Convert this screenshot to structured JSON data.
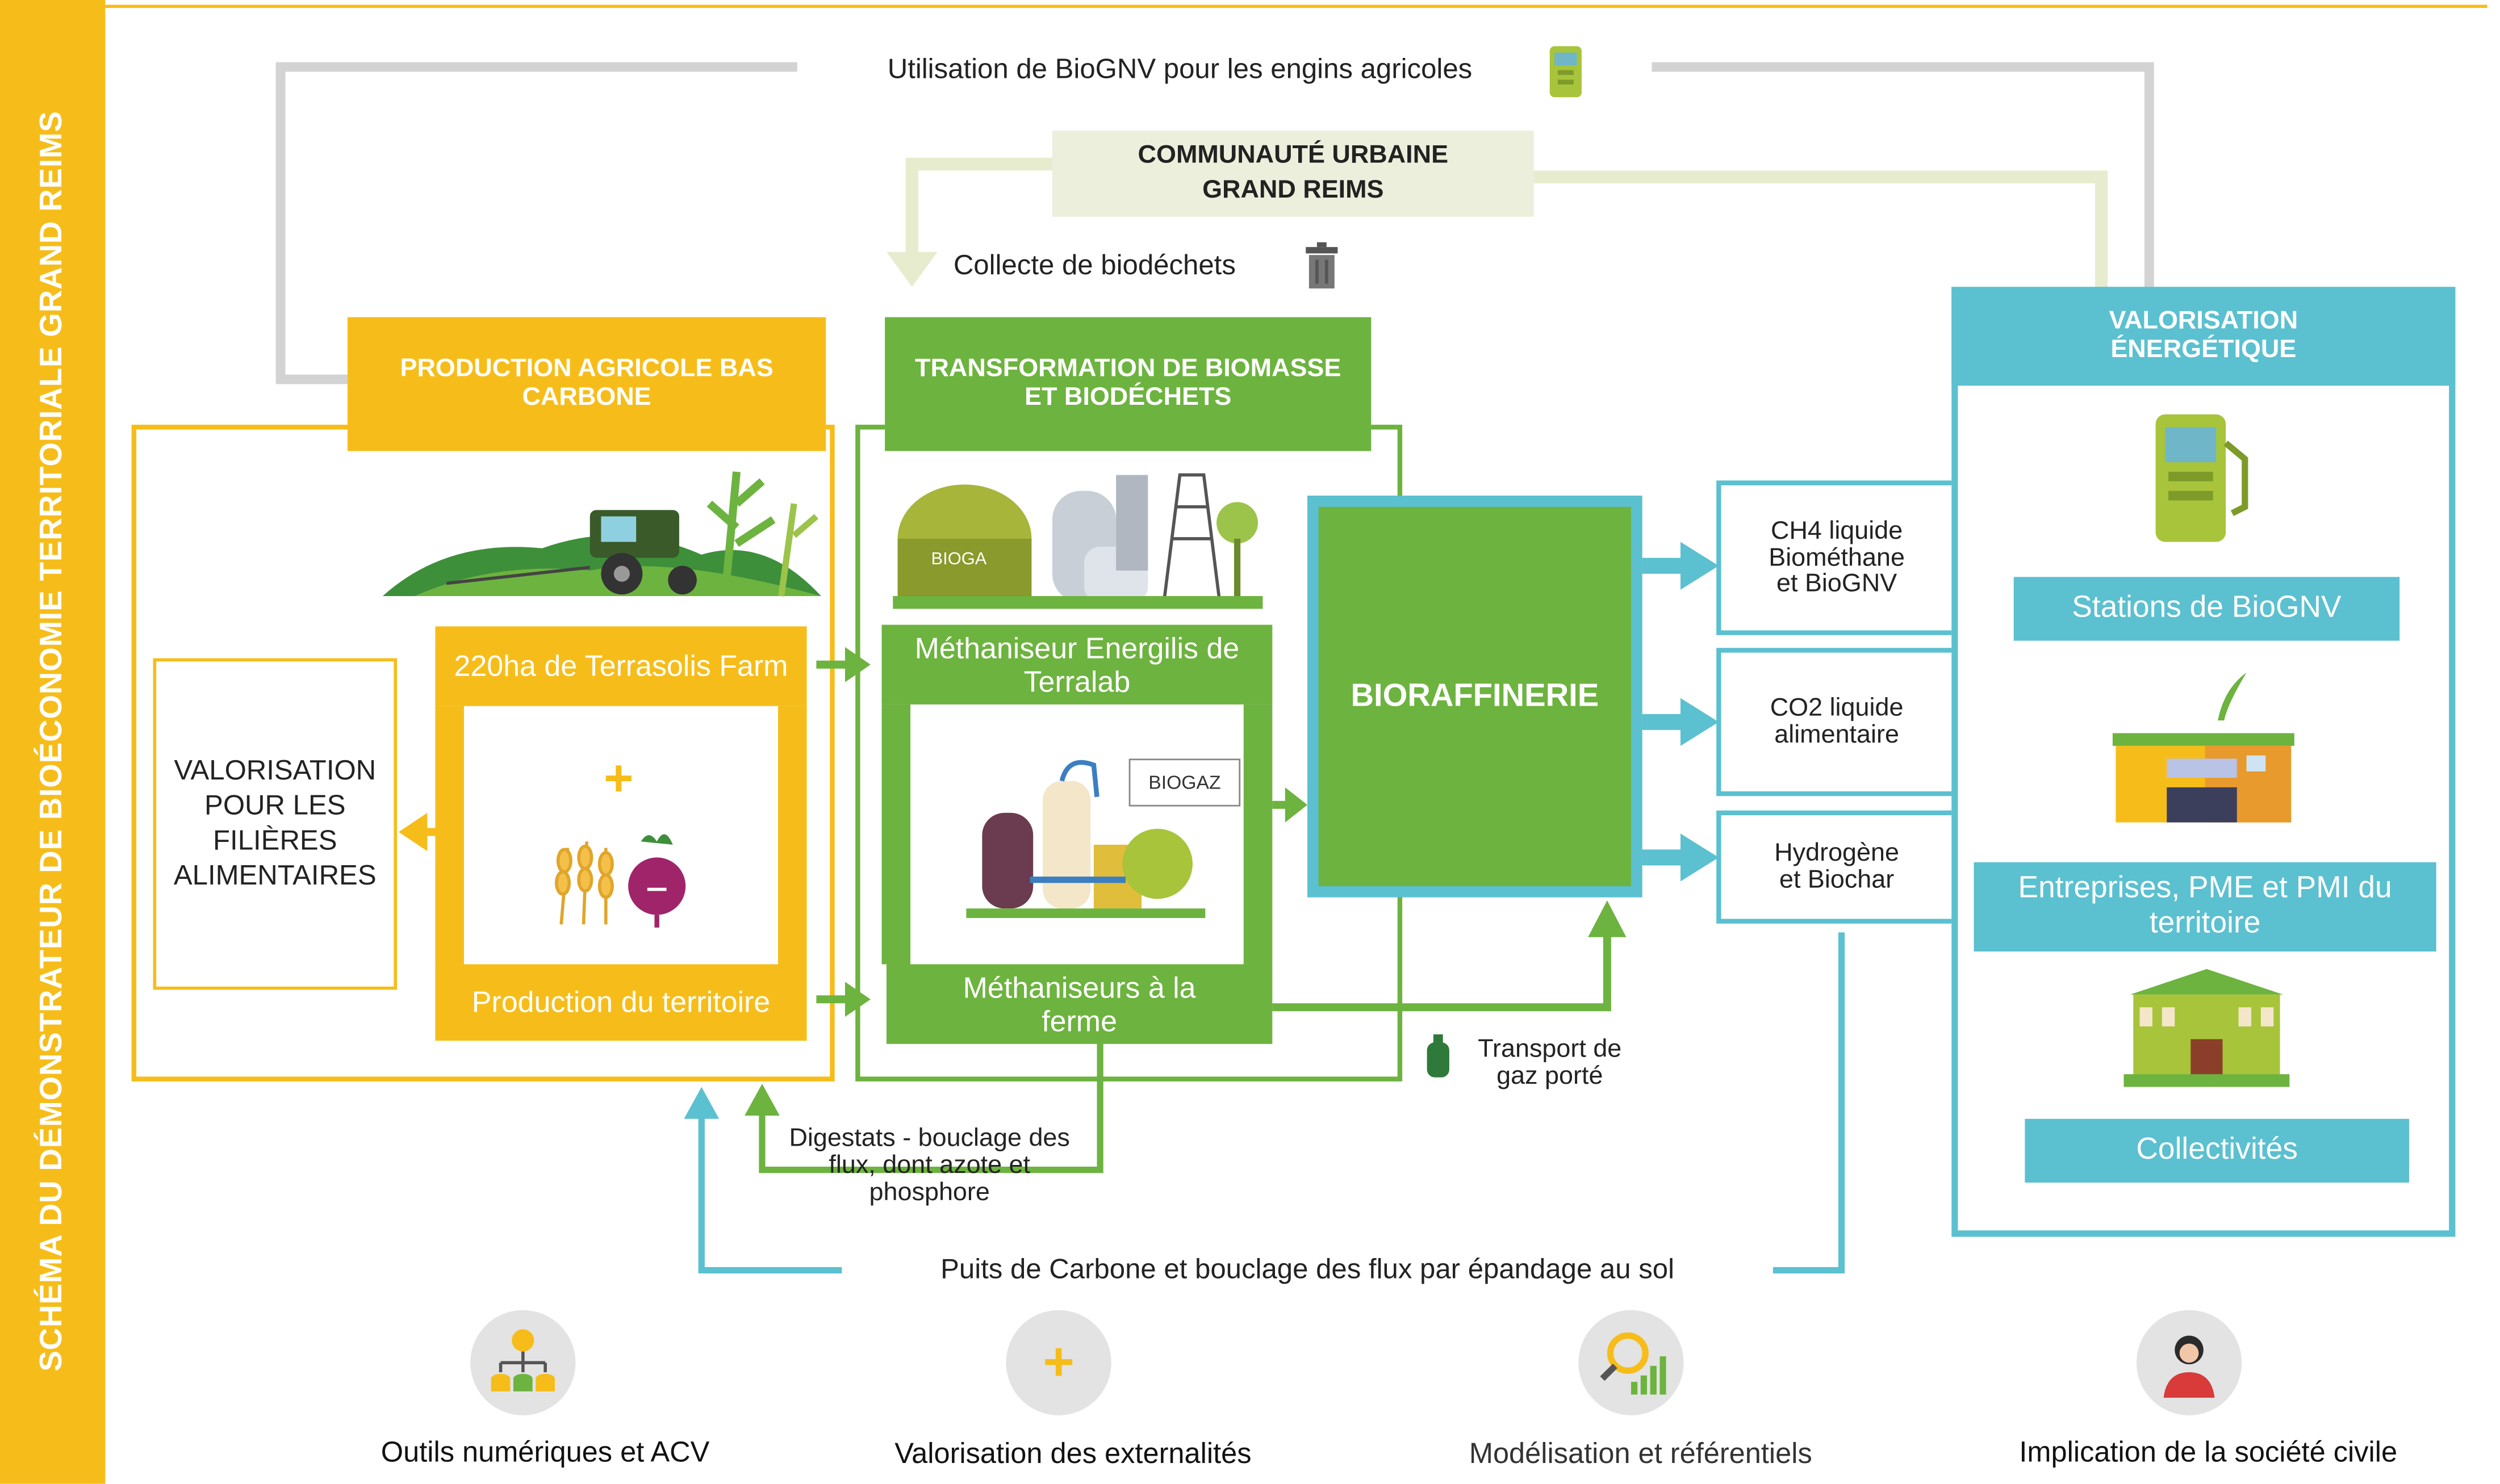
{
  "side_title": "SCHÉMA DU DÉMONSTRATEUR DE BIOÉCONOMIE TERRITORIALE GRAND REIMS",
  "top_flow": "Utilisation de BioGNV pour les engins agricoles",
  "communaute": {
    "line1": "COMMUNAUTÉ URBAINE",
    "line2": "GRAND REIMS"
  },
  "collecte": "Collecte de biodéchets",
  "production": {
    "header": "PRODUCTION AGRICOLE BAS CARBONE",
    "farm": "220ha de Terrasolis Farm",
    "plus": "+",
    "territoire": "Production du territoire"
  },
  "valorisation_alim": "VALORISATION POUR LES FILIÈRES ALIMENTAIRES",
  "transformation": {
    "header": "TRANSFORMATION DE BIOMASSE ET BIODÉCHETS",
    "bioga": "BIOGA",
    "methaniseur": "Méthaniseur Energilis de Terralab",
    "biogaz": "BIOGAZ",
    "ferme": "Méthaniseurs à la ferme"
  },
  "bioraffinerie": "BIORAFFINERIE",
  "outputs": [
    {
      "line1": "CH4 liquide",
      "line2": "Biométhane",
      "line3": "et BioGNV"
    },
    {
      "line1": "CO2 liquide",
      "line2": "alimentaire",
      "line3": ""
    },
    {
      "line1": "Hydrogène",
      "line2": "et Biochar",
      "line3": ""
    }
  ],
  "transport": "Transport de gaz porté",
  "digestats": "Digestats - bouclage des flux, dont azote et phosphore",
  "puits": "Puits de Carbone et bouclage des flux par épandage au sol",
  "energie": {
    "header": "VALORISATION ÉNERGÉTIQUE",
    "stations": "Stations de BioGNV",
    "entreprises": "Entreprises, PME et PMI du territoire",
    "collectivites": "Collectivités"
  },
  "bottom": [
    {
      "label": "Outils numériques et ACV",
      "icon": "database-network-icon"
    },
    {
      "label": "Valorisation des externalités",
      "icon": "plus-icon"
    },
    {
      "label": "Modélisation et référentiels",
      "icon": "magnifier-chart-icon"
    },
    {
      "label": "Implication de la société civile",
      "icon": "person-icon"
    }
  ],
  "colors": {
    "yellow": "#f6bd1a",
    "green": "#6db33f",
    "blue": "#5bc0d0",
    "grey": "#d3d3d3",
    "beige": "#ecefdc"
  }
}
